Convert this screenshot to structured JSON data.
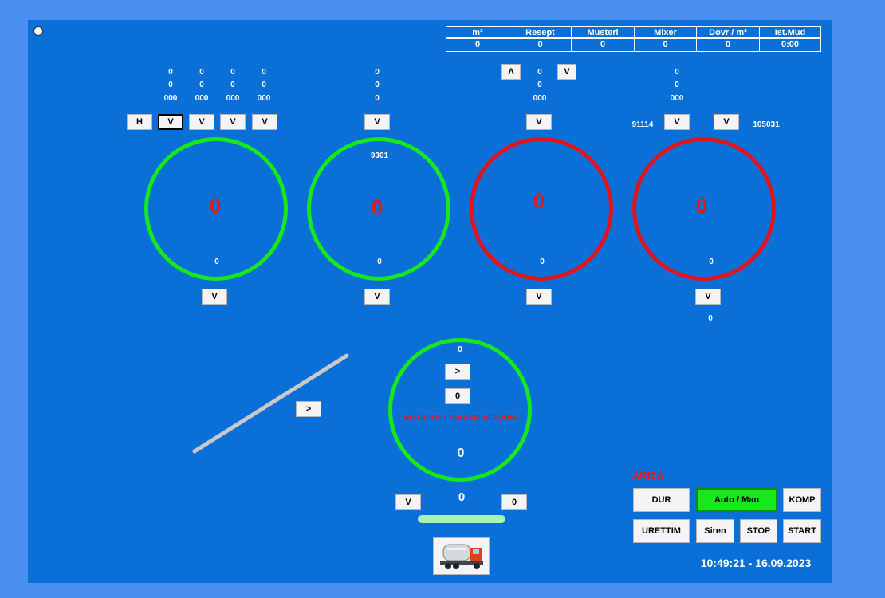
{
  "header": {
    "columns": [
      "m³",
      "Resept",
      "Musteri",
      "Mixer",
      "Dovr / m³",
      "Ist.Mud"
    ],
    "values": [
      "0",
      "0",
      "0",
      "0",
      "0",
      "0:00"
    ]
  },
  "bin1": {
    "cols": [
      {
        "v1": "0",
        "v2": "0",
        "v3": "000"
      },
      {
        "v1": "0",
        "v2": "0",
        "v3": "000"
      },
      {
        "v1": "0",
        "v2": "0",
        "v3": "000"
      },
      {
        "v1": "0",
        "v2": "0",
        "v3": "000"
      }
    ],
    "h_label": "H",
    "v_label": "V",
    "value": "0",
    "bottom_value": "0",
    "out_label": "V"
  },
  "bin2": {
    "stats": [
      "0",
      "0",
      "0"
    ],
    "v_label": "V",
    "weight": "9301",
    "value": "0",
    "bottom_value": "0",
    "out_label": "V"
  },
  "bin3": {
    "up_label": "Λ",
    "down_label": "V",
    "stats": [
      "0",
      "0",
      "000"
    ],
    "v_label": "V",
    "value": "0",
    "bottom_value": "0",
    "out_label": "V"
  },
  "bin4": {
    "stats": [
      "0",
      "0",
      "000"
    ],
    "left_count": "91114",
    "right_count": "105031",
    "v_label": "V",
    "v2_label": "V",
    "value": "0",
    "bottom_value": "0",
    "out_label": "V",
    "out_value": "0"
  },
  "conveyor": {
    "arrow_label": ">"
  },
  "mixer": {
    "top_value": "0",
    "arrow_label": ">",
    "count_label": "0",
    "warning": "MIXER UST QAPAQ ACIQDIR",
    "value": "0",
    "discharge_label": "V",
    "discharge_value": "0",
    "right_label": "0"
  },
  "controls": {
    "ariza": "ARIZA",
    "dur": "DUR",
    "auto_man": "Auto / Man",
    "komp": "KOMP",
    "urettim": "URETTIM",
    "siren": "Siren",
    "stop": "STOP",
    "start": "START"
  },
  "datetime": "10:49:21 - 16.09.2023",
  "colors": {
    "background": "#0a6fd6",
    "green_ring": "#17e81b",
    "red_ring": "#e1141c",
    "value_red": "#e11b1b",
    "auto_green": "#17e81b"
  }
}
